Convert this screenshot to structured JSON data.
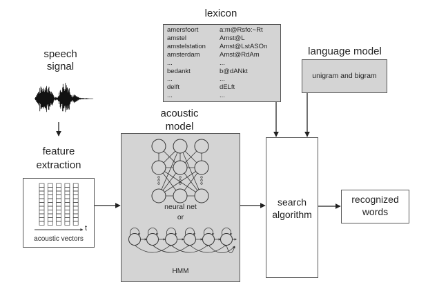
{
  "speech_signal": {
    "title_line1": "speech",
    "title_line2": "signal"
  },
  "feature_extraction": {
    "title_line1": "feature",
    "title_line2": "extraction",
    "axis_label": "t",
    "caption": "acoustic vectors"
  },
  "acoustic_model": {
    "title_line1": "acoustic",
    "title_line2": "model",
    "nn_label": "neural net",
    "or_label": "or",
    "hmm_label": "HMM"
  },
  "lexicon": {
    "title": "lexicon",
    "entries": [
      {
        "word": "amersfoort",
        "pron": "a:m@Rsfo:~Rt"
      },
      {
        "word": "amstel",
        "pron": "Amst@L"
      },
      {
        "word": "amstelstation",
        "pron": "Amst@LstASOn"
      },
      {
        "word": "amsterdam",
        "pron": "Amst@RdAm"
      },
      {
        "word": "...",
        "pron": "..."
      },
      {
        "word": "bedankt",
        "pron": "b@dANkt"
      },
      {
        "word": "...",
        "pron": "..."
      },
      {
        "word": "delft",
        "pron": "dELft"
      },
      {
        "word": "...",
        "pron": "..."
      }
    ]
  },
  "language_model": {
    "title": "language model",
    "content": "unigram and bigram"
  },
  "search": {
    "line1": "search",
    "line2": "algorithm"
  },
  "output": {
    "line1": "recognized",
    "line2": "words"
  }
}
